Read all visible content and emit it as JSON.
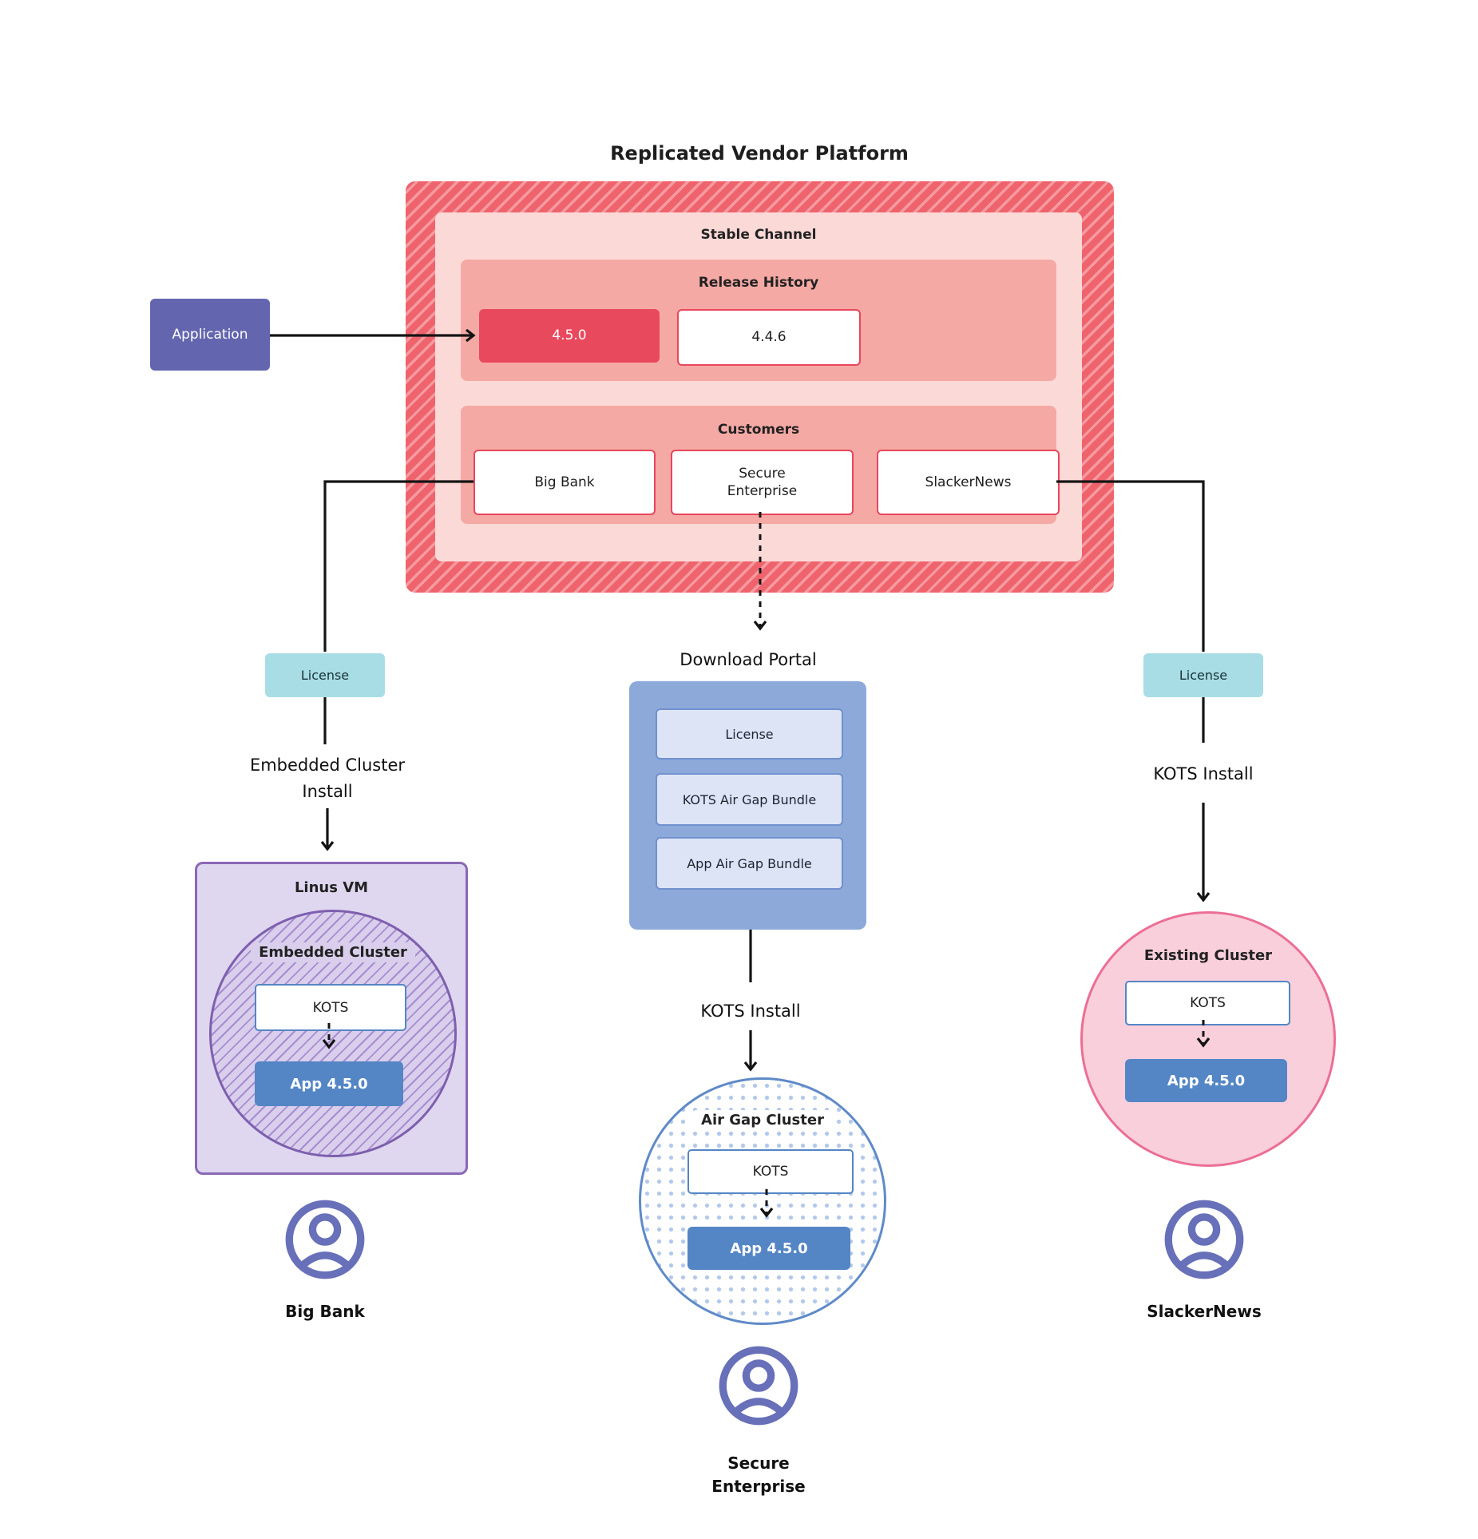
{
  "title": "Replicated Vendor Platform",
  "application": {
    "label": "Application"
  },
  "platform": {
    "stable_channel": {
      "label": "Stable Channel",
      "release_history": {
        "label": "Release History",
        "releases": [
          "4.5.0",
          "4.4.6"
        ]
      },
      "customers": {
        "label": "Customers",
        "items": [
          "Big Bank",
          "Secure Enterprise",
          "SlackerNews"
        ]
      }
    }
  },
  "left_flow": {
    "license_label": "License",
    "install_label": "Embedded Cluster Install",
    "vm_label": "Linus VM",
    "cluster_label": "Embedded Cluster",
    "kots_label": "KOTS",
    "app_label": "App 4.5.0",
    "persona_label": "Big Bank"
  },
  "center_flow": {
    "portal_label": "Download Portal",
    "portal_items": [
      "License",
      "KOTS Air Gap Bundle",
      "App Air Gap Bundle"
    ],
    "install_label": "KOTS Install",
    "cluster_label": "Air Gap Cluster",
    "kots_label": "KOTS",
    "app_label": "App 4.5.0",
    "persona_label": "Secure Enterprise"
  },
  "right_flow": {
    "license_label": "License",
    "install_label": "KOTS Install",
    "cluster_label": "Existing Cluster",
    "kots_label": "KOTS",
    "app_label": "App 4.5.0",
    "persona_label": "SlackerNews"
  },
  "colors": {
    "stripe_dark": "#ef636d",
    "stripe_light": "#f69aa0",
    "pink_light": "#fbd9d6",
    "salmon": "#f5a9a4",
    "red_accent": "#e9495d",
    "red_border": "#e8465b",
    "indigo": "#6366ae",
    "teal": "#a9dde6",
    "portal_blue": "#8ca9da",
    "lavender": "#dde4f6",
    "lavender_border": "#7191cf",
    "app_blue": "#5486c5",
    "vm_fill": "#ded7ef",
    "vm_border": "#8a68b6",
    "ec_fill": "#d9cfec",
    "ec_stripe": "#a78cd0",
    "ec_border": "#7e5fae",
    "pinkc_fill": "#f9cfdc",
    "pinkc_border": "#ec6e95",
    "dot_blue": "#b3c9ec",
    "ag_border": "#5f8ac8",
    "icon_indigo": "#6770b8"
  }
}
